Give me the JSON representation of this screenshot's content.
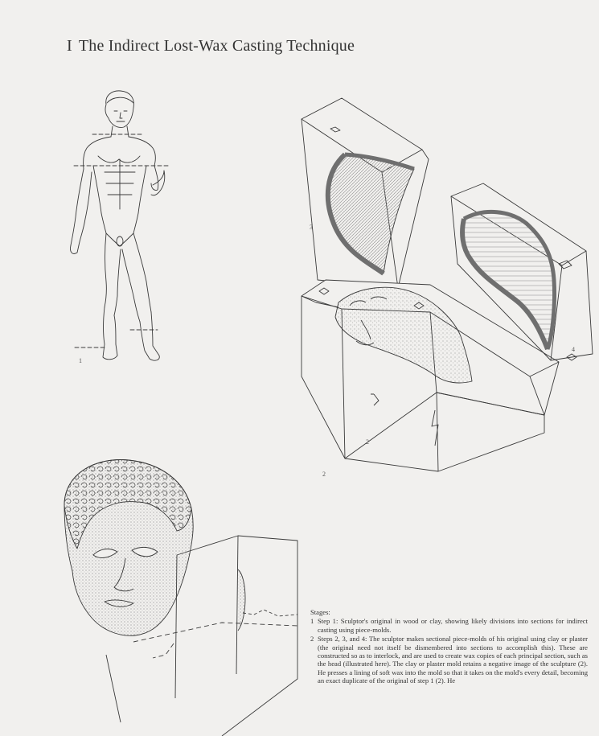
{
  "document": {
    "title_number": "I",
    "title": "The Indirect Lost-Wax Casting Technique"
  },
  "figures": {
    "fig1_label": "1",
    "fig2_label": "2",
    "fig2_sub_label": "2",
    "fig3_label": "3",
    "fig4_label": "4"
  },
  "stages": {
    "heading": "Stages:",
    "items": [
      {
        "num": "1",
        "text": "Step 1: Sculptor's original in wood or clay, showing likely divisions into sections for indirect casting using piece-molds."
      },
      {
        "num": "2",
        "text": "Steps 2, 3, and 4: The sculptor makes sectional piece-molds of his original using clay or plaster (the original need not itself be dismembered into sections to accomplish this). These are constructed so as to interlock, and are used to create wax copies of each principal section, such as the head (illustrated here). The clay or plaster mold retains a negative image of the sculpture (2). He presses a lining of soft wax into the mold so that it takes on the mold's every detail, becoming an exact duplicate of the original of step 1 (2). He"
      }
    ]
  },
  "colors": {
    "paper": "#f1f0ee",
    "ink": "#2a2a2a",
    "mold_wall": "#6f6f6f"
  }
}
